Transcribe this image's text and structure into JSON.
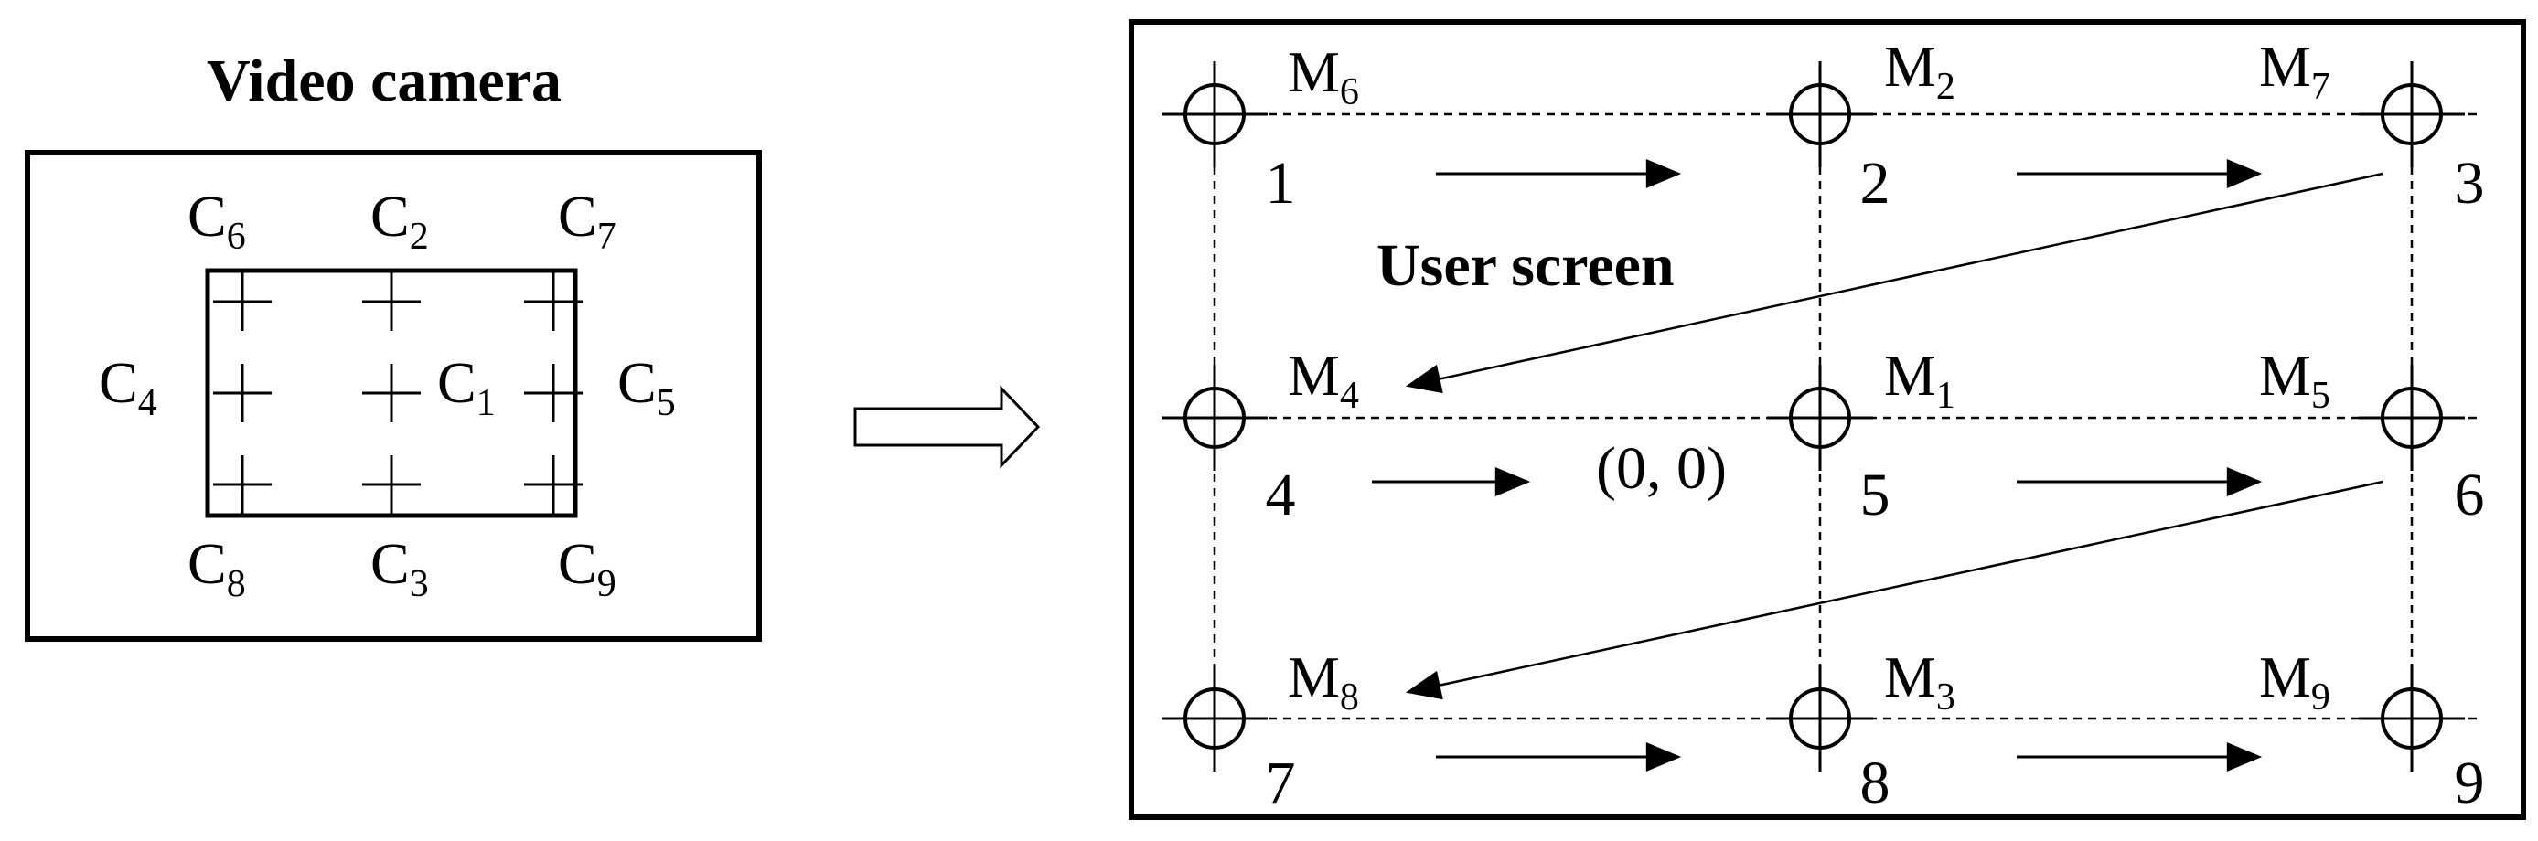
{
  "camera_panel": {
    "title": "Video camera",
    "points": [
      {
        "letter": "C",
        "sub": "6"
      },
      {
        "letter": "C",
        "sub": "2"
      },
      {
        "letter": "C",
        "sub": "7"
      },
      {
        "letter": "C",
        "sub": "4"
      },
      {
        "letter": "C",
        "sub": "1"
      },
      {
        "letter": "C",
        "sub": "5"
      },
      {
        "letter": "C",
        "sub": "8"
      },
      {
        "letter": "C",
        "sub": "3"
      },
      {
        "letter": "C",
        "sub": "9"
      }
    ]
  },
  "screen_panel": {
    "title": "User screen",
    "origin_label": "(0, 0)",
    "markers": [
      {
        "letter": "M",
        "sub": "6",
        "order": "1"
      },
      {
        "letter": "M",
        "sub": "2",
        "order": "2"
      },
      {
        "letter": "M",
        "sub": "7",
        "order": "3"
      },
      {
        "letter": "M",
        "sub": "4",
        "order": "4"
      },
      {
        "letter": "M",
        "sub": "1",
        "order": "5"
      },
      {
        "letter": "M",
        "sub": "5",
        "order": "6"
      },
      {
        "letter": "M",
        "sub": "8",
        "order": "7"
      },
      {
        "letter": "M",
        "sub": "3",
        "order": "8"
      },
      {
        "letter": "M",
        "sub": "9",
        "order": "9"
      }
    ]
  },
  "colors": {
    "ink": "#000000",
    "background": "#ffffff"
  }
}
